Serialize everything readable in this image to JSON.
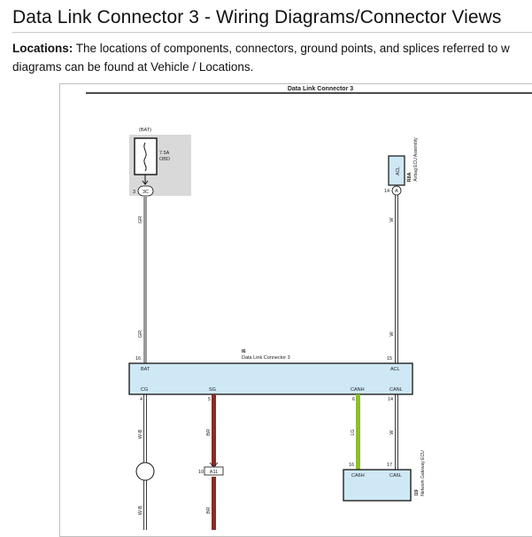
{
  "header": {
    "title": "Data Link Connector 3 - Wiring Diagrams/Connector Views"
  },
  "locations": {
    "label": "Locations:",
    "text_line1": " The locations of components, connectors, ground points, and splices referred to w",
    "text_line2": "diagrams can be found at Vehicle / Locations."
  },
  "diagram": {
    "heading": "Data Link Connector 3",
    "fuse": {
      "source": "(BAT)",
      "rating": "7.5A",
      "name": "OBD",
      "pin": "3",
      "connector": "3C"
    },
    "airbag": {
      "code": "R8A",
      "name": "Airbag ECU Assembly",
      "terminal": "ACL",
      "pin": "14",
      "connector": "A"
    },
    "dlc": {
      "code": "I6",
      "name": "Data Link Connector 3",
      "top_pin_left": "16",
      "top_pin_right": "15",
      "terminals": [
        "BAT",
        "ACL",
        "CG",
        "SG",
        "CANH",
        "CANL"
      ],
      "bottom_pins": [
        "4",
        "5",
        "6",
        "14"
      ]
    },
    "gateway": {
      "code": "I19",
      "name": "Network Gateway ECU",
      "pins": [
        "16",
        "17"
      ],
      "terminals": [
        "CA6H",
        "CA6L"
      ]
    },
    "splice": {
      "pin": "10",
      "name": "A11"
    },
    "wire_colors": {
      "gr_top": "GR",
      "gr_bottom": "GR",
      "w_top": "W",
      "w_bottom": "W",
      "wb_top": "W-B",
      "wb_bottom": "W-B",
      "br_top": "BR",
      "br_bottom": "BR",
      "lg": "LG",
      "w_canl": "W"
    },
    "colors": {
      "gray_wire": "#9a9a9a",
      "brown_wire": "#8b2a26",
      "green_wire": "#8dbf2a",
      "box_fill": "#cfe8f6",
      "fuse_bg": "#d9d9d9"
    }
  }
}
